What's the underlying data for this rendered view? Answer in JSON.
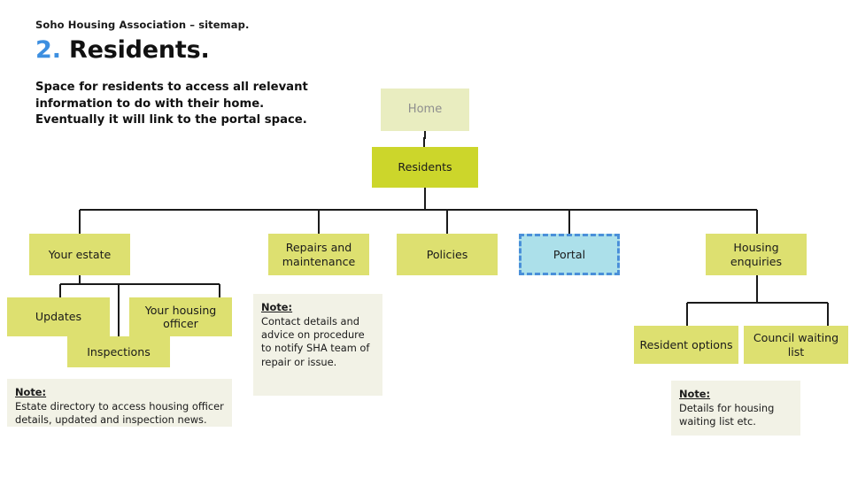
{
  "header": {
    "kicker": "Soho Housing Association – sitemap.",
    "number": "2.",
    "title": "Residents.",
    "intro": "Space for residents to access all relevant information to do with their home. Eventually it will link to the portal space."
  },
  "colors": {
    "accent_blue": "#3d8fe0",
    "root_node": "#ccd62b",
    "branch_node": "#dde070",
    "home_node": "#e9edc0",
    "portal_fill": "#ace0ea",
    "portal_border": "#4a90d9",
    "note_background": "#f2f2e6",
    "connector": "#1a1a1a",
    "canvas": "#ffffff"
  },
  "diagram": {
    "type": "sitemap-tree",
    "nodes": {
      "home": "Home",
      "residents": "Residents",
      "your_estate": "Your estate",
      "updates": "Updates",
      "inspections": "Inspections",
      "your_housing_officer": "Your housing officer",
      "repairs_and_maintenance": "Repairs and maintenance",
      "policies": "Policies",
      "portal": "Portal",
      "housing_enquiries": "Housing enquiries",
      "resident_options": "Resident options",
      "council_waiting_list": "Council waiting list"
    }
  },
  "notes": {
    "estate": {
      "label": "Note:",
      "body": "Estate directory to access housing officer details, updated and inspection news."
    },
    "repairs": {
      "label": "Note:",
      "body": "Contact details and advice on procedure to notify SHA team of repair or issue."
    },
    "housing": {
      "label": "Note:",
      "body": "Details for housing waiting list etc."
    }
  }
}
